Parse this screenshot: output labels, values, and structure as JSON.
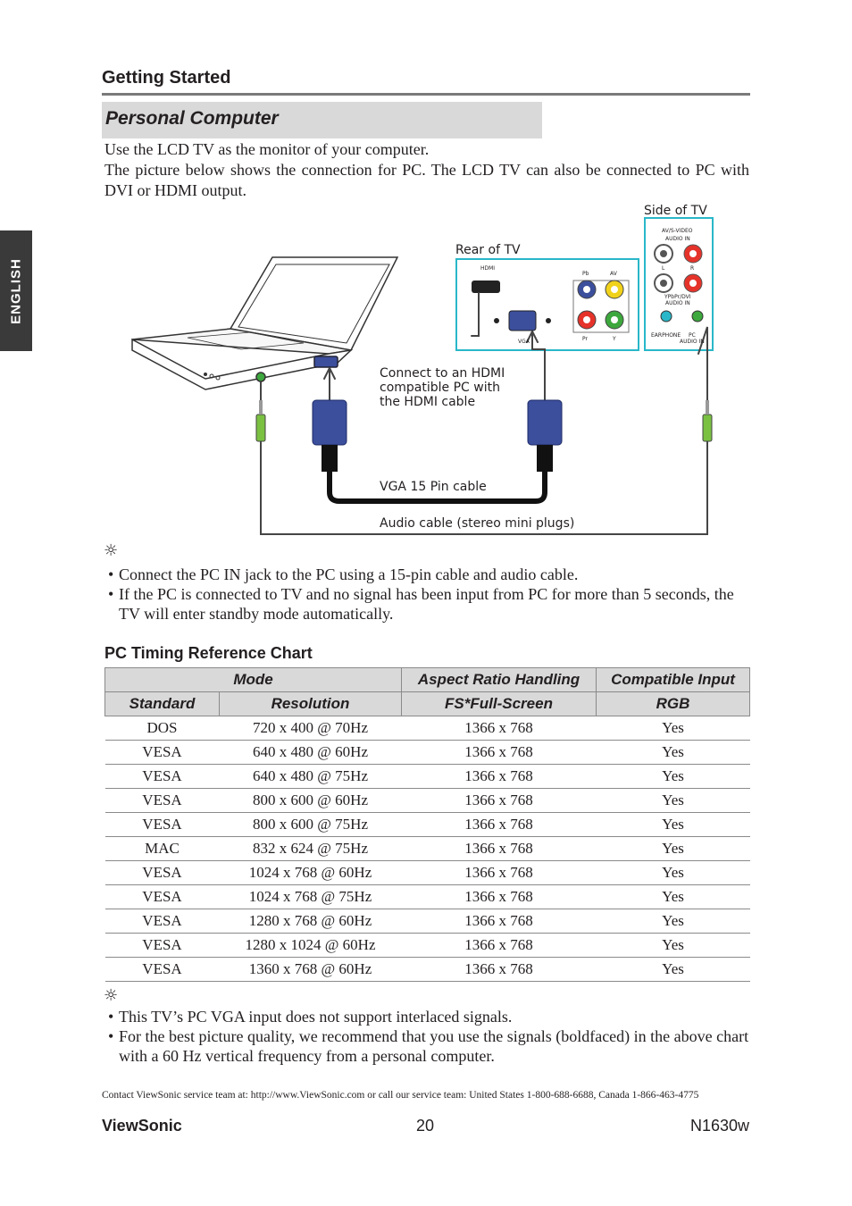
{
  "header": {
    "section": "Getting Started",
    "title": "Personal Computer",
    "side_tab": "ENGLISH"
  },
  "intro": {
    "line1": "Use the LCD TV as the monitor of your computer.",
    "line2": "The picture below shows the connection for PC. The LCD TV can also be connected to PC with DVI or HDMI output."
  },
  "diagram": {
    "side_of_tv": "Side of TV",
    "rear_of_tv": "Rear of TV",
    "hdmi": "HDMI",
    "vga": "VGA",
    "pb": "Pb",
    "av": "AV",
    "pr": "Pr",
    "y": "Y",
    "av_svideo": "AV/S-VIDEO",
    "audio_in": "AUDIO IN",
    "l": "L",
    "r": "R",
    "ypbpr_dvi": "YPbPr/DVI",
    "audio_in_2": "AUDIO IN",
    "earphone": "EARPHONE",
    "pc": "PC",
    "pc_audio_in": "AUDIO IN",
    "hdmi_note_1": "Connect to an HDMI",
    "hdmi_note_2": "compatible PC with",
    "hdmi_note_3": "the HDMI cable",
    "vga_cable": "VGA 15 Pin cable",
    "audio_cable": "Audio cable (stereo mini plugs)"
  },
  "tips1": {
    "icon": "☼",
    "items": [
      "Connect the PC IN jack to the PC using a 15-pin cable and audio cable.",
      "If the PC is connected to TV and no signal has been input from PC for more than 5 seconds, the TV will enter standby mode automatically."
    ]
  },
  "timing_chart": {
    "title": "PC Timing Reference Chart",
    "header_row1": [
      "Mode",
      "Aspect Ratio Handling",
      "Compatible Input"
    ],
    "header_row2": [
      "Standard",
      "Resolution",
      "FS*Full-Screen",
      "RGB"
    ],
    "rows": [
      [
        "DOS",
        "720 x 400 @ 70Hz",
        "1366 x 768",
        "Yes"
      ],
      [
        "VESA",
        "640 x 480 @ 60Hz",
        "1366 x 768",
        "Yes"
      ],
      [
        "VESA",
        "640 x 480 @ 75Hz",
        "1366 x 768",
        "Yes"
      ],
      [
        "VESA",
        "800 x 600 @ 60Hz",
        "1366 x 768",
        "Yes"
      ],
      [
        "VESA",
        "800 x 600 @ 75Hz",
        "1366 x 768",
        "Yes"
      ],
      [
        "MAC",
        "832 x 624 @ 75Hz",
        "1366 x 768",
        "Yes"
      ],
      [
        "VESA",
        "1024 x 768 @ 60Hz",
        "1366 x 768",
        "Yes"
      ],
      [
        "VESA",
        "1024 x 768 @ 75Hz",
        "1366 x 768",
        "Yes"
      ],
      [
        "VESA",
        "1280 x 768 @ 60Hz",
        "1366 x 768",
        "Yes"
      ],
      [
        "VESA",
        "1280 x 1024 @ 60Hz",
        "1366 x 768",
        "Yes"
      ],
      [
        "VESA",
        "1360 x 768 @ 60Hz",
        "1366 x 768",
        "Yes"
      ]
    ]
  },
  "tips2": {
    "icon": "☼",
    "items": [
      "This TV’s PC VGA input does not support interlaced signals.",
      "For the best picture quality, we recommend that you use the signals (boldfaced) in the above chart with a 60 Hz vertical frequency from a personal computer."
    ]
  },
  "footer": {
    "contact": "Contact ViewSonic service team at: http://www.ViewSonic.com or call our service team: United States 1-800-688-6688, Canada 1-866-463-4775",
    "brand": "ViewSonic",
    "page": "20",
    "model": "N1630w"
  }
}
